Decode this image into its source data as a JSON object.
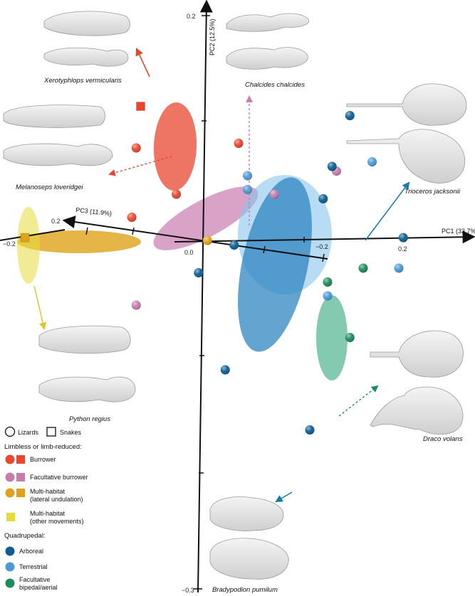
{
  "chart_data": {
    "type": "scatter",
    "axes": {
      "pc1": {
        "label": "PC1 (33.7%)",
        "ticks": [
          "0.2",
          "−0.2"
        ]
      },
      "pc2": {
        "label": "PC2 (12.5%)",
        "ticks": [
          "0.2",
          "−0.3"
        ]
      },
      "pc3": {
        "label": "PC3 (11.9%)",
        "ticks": [
          "0.2",
          "−0.2"
        ]
      },
      "origin_label": "0.0"
    },
    "groups": [
      {
        "key": "burrower",
        "color": "#e8472f"
      },
      {
        "key": "facultative_burrower",
        "color": "#c77cae"
      },
      {
        "key": "multi_lateral",
        "color": "#e0a21a"
      },
      {
        "key": "multi_other",
        "color": "#e6db3a"
      },
      {
        "key": "arboreal",
        "color": "#0d5f93"
      },
      {
        "key": "terrestrial",
        "color": "#4b9ad6"
      },
      {
        "key": "facultative_bipedal",
        "color": "#1f8a5c"
      }
    ],
    "points": [
      {
        "g": "burrower",
        "shape": "circle",
        "x": -0.075,
        "y": 0.1
      },
      {
        "g": "burrower",
        "shape": "circle",
        "x": 0.04,
        "y": 0.105
      },
      {
        "g": "burrower",
        "shape": "circle",
        "x": -0.03,
        "y": 0.05
      },
      {
        "g": "burrower",
        "shape": "circle",
        "x": -0.08,
        "y": 0.025
      },
      {
        "g": "burrower",
        "shape": "square",
        "x": -0.07,
        "y": 0.145
      },
      {
        "g": "facultative_burrower",
        "shape": "circle",
        "x": 0.15,
        "y": 0.075
      },
      {
        "g": "facultative_burrower",
        "shape": "circle",
        "x": 0.08,
        "y": 0.05
      },
      {
        "g": "facultative_burrower",
        "shape": "circle",
        "x": -0.075,
        "y": -0.07
      },
      {
        "g": "facultative_burrower",
        "shape": "square",
        "x": -0.31,
        "y": 0.007
      },
      {
        "g": "multi_lateral",
        "shape": "circle",
        "x": 0.005,
        "y": 0.0
      },
      {
        "g": "multi_lateral",
        "shape": "square",
        "x": -0.27,
        "y": 0.015
      },
      {
        "g": "multi_lateral",
        "shape": "square",
        "x": -0.335,
        "y": 0.003
      },
      {
        "g": "multi_lateral",
        "shape": "square",
        "x": -0.315,
        "y": -0.02
      },
      {
        "g": "multi_lateral",
        "shape": "square",
        "x": -0.305,
        "y": 0.005
      },
      {
        "g": "multi_lateral",
        "shape": "square",
        "x": -0.2,
        "y": 0.003
      },
      {
        "g": "multi_lateral",
        "shape": "square",
        "x": -0.29,
        "y": -0.03
      },
      {
        "g": "multi_other",
        "shape": "square",
        "x": -0.33,
        "y": 0.035
      },
      {
        "g": "multi_other",
        "shape": "square",
        "x": -0.33,
        "y": 0.008
      },
      {
        "g": "multi_other",
        "shape": "square",
        "x": -0.32,
        "y": -0.045
      },
      {
        "g": "multi_other",
        "shape": "square",
        "x": -0.295,
        "y": -0.078
      },
      {
        "g": "arboreal",
        "shape": "circle",
        "x": 0.165,
        "y": 0.135
      },
      {
        "g": "arboreal",
        "shape": "circle",
        "x": 0.145,
        "y": 0.08
      },
      {
        "g": "arboreal",
        "shape": "circle",
        "x": 0.135,
        "y": 0.045
      },
      {
        "g": "arboreal",
        "shape": "circle",
        "x": 0.225,
        "y": 0.003
      },
      {
        "g": "arboreal",
        "shape": "circle",
        "x": 0.035,
        "y": -0.005
      },
      {
        "g": "arboreal",
        "shape": "circle",
        "x": -0.005,
        "y": -0.035
      },
      {
        "g": "arboreal",
        "shape": "circle",
        "x": 0.025,
        "y": -0.14
      },
      {
        "g": "arboreal",
        "shape": "circle",
        "x": 0.12,
        "y": -0.205
      },
      {
        "g": "terrestrial",
        "shape": "circle",
        "x": 0.05,
        "y": 0.07
      },
      {
        "g": "terrestrial",
        "shape": "circle",
        "x": 0.05,
        "y": 0.055
      },
      {
        "g": "terrestrial",
        "shape": "circle",
        "x": 0.19,
        "y": 0.085
      },
      {
        "g": "terrestrial",
        "shape": "circle",
        "x": 0.22,
        "y": -0.03
      },
      {
        "g": "terrestrial",
        "shape": "circle",
        "x": 0.14,
        "y": -0.06
      },
      {
        "g": "facultative_bipedal",
        "shape": "circle",
        "x": 0.18,
        "y": -0.03
      },
      {
        "g": "facultative_bipedal",
        "shape": "circle",
        "x": 0.14,
        "y": -0.045
      },
      {
        "g": "facultative_bipedal",
        "shape": "circle",
        "x": 0.165,
        "y": -0.105
      }
    ],
    "species_labels": [
      "Xerotyphlops vermicularis",
      "Chalcides chalcides",
      "Melanoseps loveridgei",
      "Trioceros jacksonii",
      "Python regius",
      "Draco volans",
      "Bradypodion pumilum"
    ]
  },
  "legend": {
    "shape_lizards": "Lizards",
    "shape_snakes": "Snakes",
    "heading_limbless": "Limbless or limb-reduced:",
    "burrower": "Burrower",
    "facultative_burrower": "Facultative burrower",
    "multi_lateral_1": "Multi-habitat",
    "multi_lateral_2": "(lateral undulation)",
    "multi_other_1": "Multi-habitat",
    "multi_other_2": "(other movements)",
    "heading_quadrupedal": "Quadrupedal:",
    "arboreal": "Arboreal",
    "terrestrial": "Terrestrial",
    "bipedal_1": "Facultative",
    "bipedal_2": "bipedal/aerial"
  }
}
